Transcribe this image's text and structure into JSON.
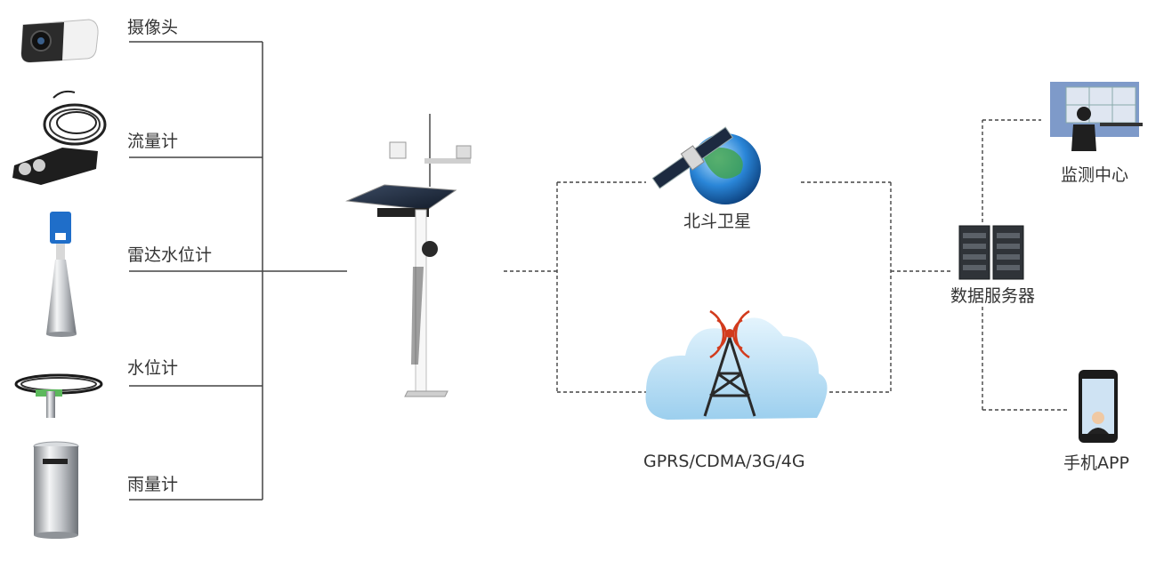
{
  "sensors": [
    {
      "label": "摄像头",
      "icon": "camera-icon"
    },
    {
      "label": "流量计",
      "icon": "flowmeter-icon"
    },
    {
      "label": "雷达水位计",
      "icon": "radar-level-gauge-icon"
    },
    {
      "label": "水位计",
      "icon": "water-level-sensor-icon"
    },
    {
      "label": "雨量计",
      "icon": "rain-gauge-icon"
    }
  ],
  "station": {
    "icon": "solar-monitoring-station-icon"
  },
  "channels": {
    "satellite": {
      "label": "北斗卫星",
      "icon": "satellite-globe-icon"
    },
    "cellular": {
      "label": "GPRS/CDMA/3G/4G",
      "icon": "cell-tower-cloud-icon"
    }
  },
  "server": {
    "label": "数据服务器",
    "icon": "server-rack-icon"
  },
  "clients": {
    "monitor_center": {
      "label": "监测中心",
      "icon": "monitoring-center-icon"
    },
    "mobile_app": {
      "label": "手机APP",
      "icon": "mobile-phone-icon"
    }
  },
  "colors": {
    "line": "#444444",
    "globe": "#2a86d8",
    "cloud": "#b9def4",
    "signal": "#d23b1d",
    "steel": "#c9ccd0"
  }
}
